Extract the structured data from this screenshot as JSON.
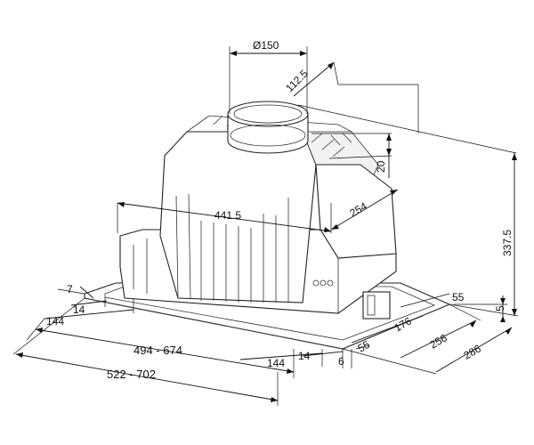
{
  "dimensions": {
    "diameter": "Ø150",
    "offset_top": "112.5",
    "neck_height": "20",
    "inner_depth": "254",
    "inner_width": "441.5",
    "total_height": "337.5",
    "flange": "5",
    "left_small": "7",
    "left_mid": "14",
    "left_144": "144",
    "width_range": "494 - 674",
    "outer_range": "522 - 702",
    "bottom_144": "144",
    "bottom_14": "14",
    "bottom_6": "6",
    "right_55_top": "55",
    "right_55_bottom": "55",
    "right_176": "176",
    "right_256": "256",
    "right_286": "286"
  }
}
